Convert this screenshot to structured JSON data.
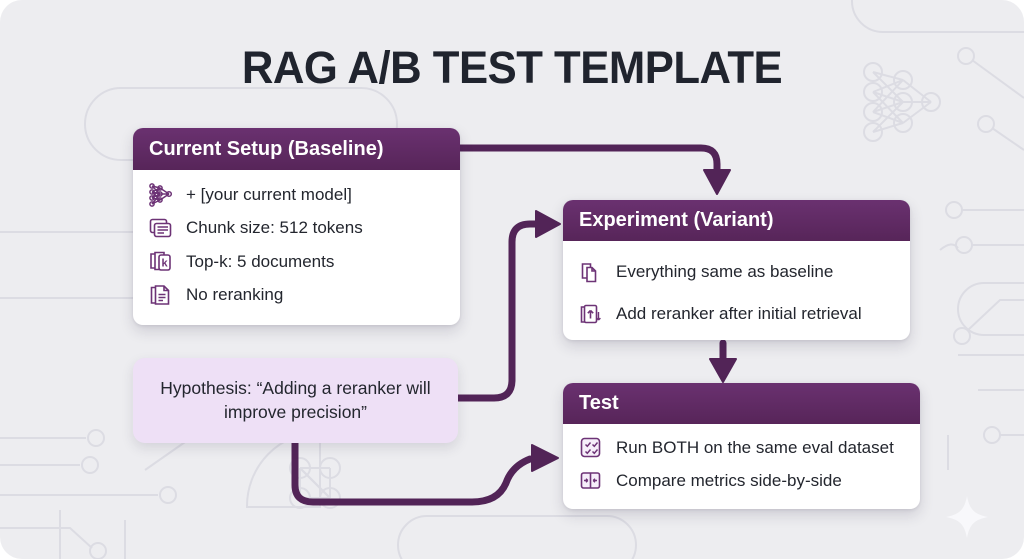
{
  "title": "RAG A/B TEST TEMPLATE",
  "colors": {
    "canvas_bg": "#ededf0",
    "header_purple": "#5d2a63",
    "arrow_purple": "#522457",
    "icon_purple": "#6d3376",
    "hypothesis_bg": "#eee0f6",
    "text_dark": "#23262e"
  },
  "boxes": {
    "baseline": {
      "title": "Current Setup (Baseline)",
      "items": [
        {
          "icon": "neural-network-icon",
          "text": "+ [your current model]"
        },
        {
          "icon": "chunk-document-icon",
          "text": "Chunk size: 512 tokens"
        },
        {
          "icon": "top-k-documents-icon",
          "text": "Top-k: 5 documents"
        },
        {
          "icon": "no-rerank-document-icon",
          "text": "No reranking"
        }
      ]
    },
    "variant": {
      "title": "Experiment (Variant)",
      "items": [
        {
          "icon": "copy-icon",
          "text": "Everything same as baseline"
        },
        {
          "icon": "rerank-order-icon",
          "text": "Add reranker after initial retrieval"
        }
      ]
    },
    "test": {
      "title": "Test",
      "items": [
        {
          "icon": "checklist-icon",
          "text": "Run BOTH on the same eval dataset"
        },
        {
          "icon": "compare-icon",
          "text": "Compare metrics side-by-side"
        }
      ]
    },
    "hypothesis": {
      "text": "Hypothesis: “Adding a reranker will improve precision”"
    }
  }
}
